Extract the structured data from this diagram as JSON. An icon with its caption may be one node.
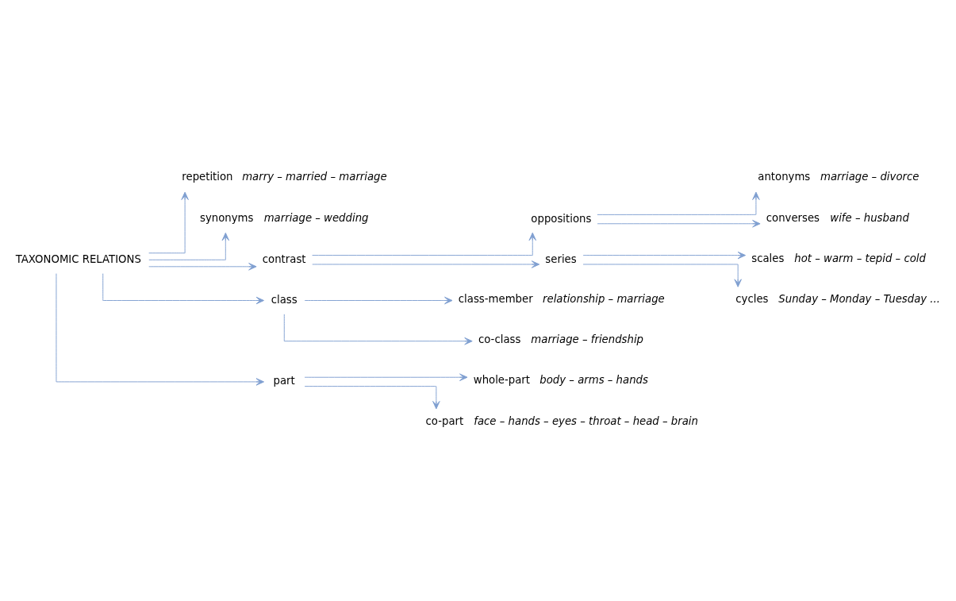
{
  "diagram": {
    "nodes": [
      {
        "text": [
          "TAXONOMIC RELATIONS"
        ]
      },
      {
        "text": [
          "repetition"
        ],
        "beside": [
          "marry – married – marriage"
        ]
      },
      {
        "text": [
          "synonyms"
        ],
        "beside": [
          "marriage – wedding"
        ]
      },
      {
        "text": [
          "contrast"
        ]
      },
      {
        "text": [
          "oppositions"
        ]
      },
      {
        "text": [
          "antonyms"
        ],
        "beside": [
          "marriage – divorce"
        ]
      },
      {
        "text": [
          "converses"
        ],
        "beside": [
          "wife – husband"
        ]
      },
      {
        "text": [
          "series"
        ]
      },
      {
        "text": [
          "scales"
        ],
        "beside": [
          "hot – warm – tepid – cold"
        ]
      },
      {
        "text": [
          "cycles"
        ],
        "beside": [
          "Sunday – Monday – Tuesday ..."
        ]
      },
      {
        "text": [
          "class"
        ]
      },
      {
        "text": [
          "class-member"
        ],
        "beside": [
          "relationship – marriage"
        ]
      },
      {
        "text": [
          "co-class"
        ],
        "beside": [
          "marriage – friendship"
        ]
      },
      {
        "text": [
          "part"
        ]
      },
      {
        "text": [
          "whole-part"
        ],
        "beside": [
          "body – arms – hands"
        ]
      },
      {
        "text": [
          "co-part"
        ],
        "beside": [
          "face – hands – eyes – throat – head – brain"
        ]
      }
    ],
    "edges": [
      {
        "from": 0,
        "to": 1,
        "arrow": "to"
      },
      {
        "from": 0,
        "to": 2,
        "arrow": "to"
      },
      {
        "from": 0,
        "to": 3,
        "arrow": "to"
      },
      {
        "from": 0,
        "to": 10,
        "arrow": "to"
      },
      {
        "from": 0,
        "to": 13,
        "arrow": "to"
      },
      {
        "from": 3,
        "to": 4,
        "arrow": "to"
      },
      {
        "from": 3,
        "to": 7,
        "arrow": "to"
      },
      {
        "from": 4,
        "to": 5,
        "arrow": "to"
      },
      {
        "from": 4,
        "to": 6,
        "arrow": "to"
      },
      {
        "from": 7,
        "to": 8,
        "arrow": "to"
      },
      {
        "from": 7,
        "to": 9,
        "arrow": "to"
      },
      {
        "from": 10,
        "to": 11,
        "arrow": "to"
      },
      {
        "from": 10,
        "to": 12,
        "arrow": "to"
      },
      {
        "from": 13,
        "to": 14,
        "arrow": "to"
      },
      {
        "from": 13,
        "to": 15,
        "arrow": "to"
      }
    ]
  }
}
